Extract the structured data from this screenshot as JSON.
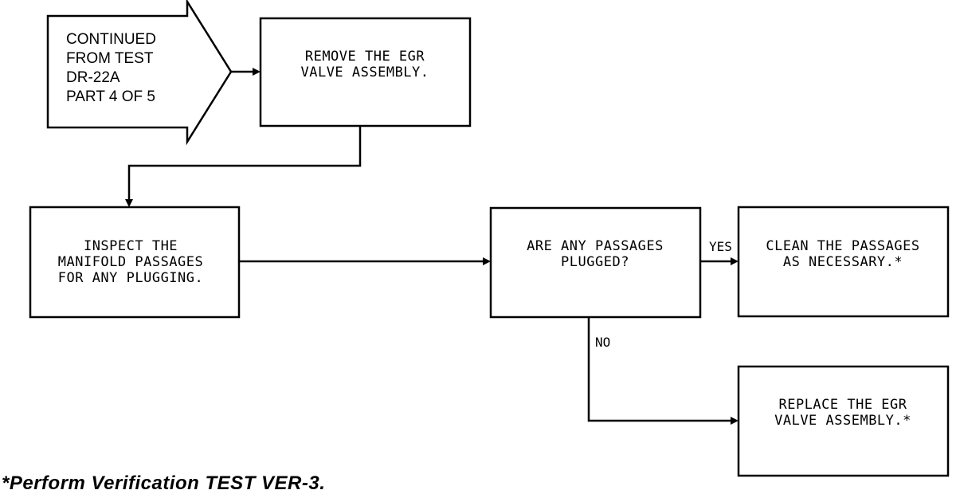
{
  "start_pointer": {
    "lines": [
      "CONTINUED",
      "FROM TEST",
      "DR-22A",
      "PART 4 OF 5"
    ]
  },
  "steps": {
    "remove_valve": {
      "lines": [
        "REMOVE THE EGR",
        "VALVE ASSEMBLY."
      ]
    },
    "inspect_passages": {
      "lines": [
        "INSPECT THE",
        "MANIFOLD PASSAGES",
        "FOR ANY PLUGGING."
      ]
    },
    "decision_plugged": {
      "lines": [
        "ARE ANY PASSAGES",
        "PLUGGED?"
      ]
    },
    "clean_passages": {
      "lines": [
        "CLEAN THE PASSAGES",
        "AS NECESSARY.*"
      ]
    },
    "replace_valve": {
      "lines": [
        "REPLACE THE EGR",
        "VALVE ASSEMBLY.*"
      ]
    }
  },
  "branch_labels": {
    "yes": "YES",
    "no": "NO"
  },
  "footnote": "*Perform Verification TEST VER-3."
}
